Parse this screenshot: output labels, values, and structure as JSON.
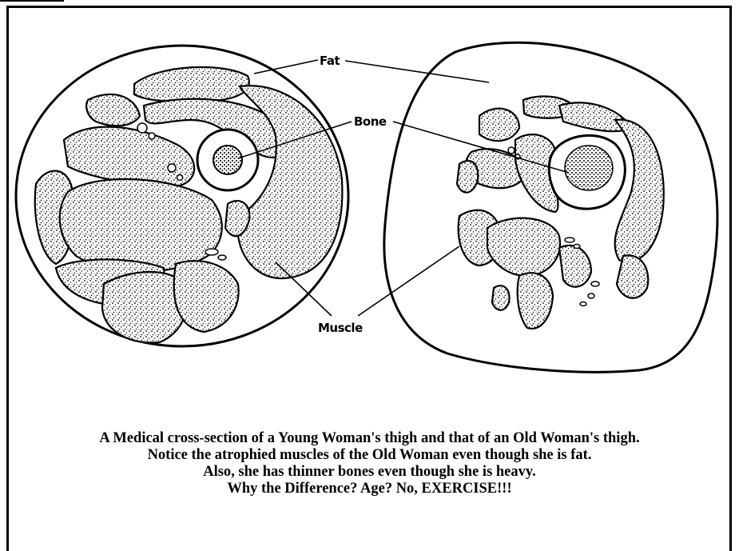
{
  "labels": {
    "fat": "Fat",
    "bone": "Bone",
    "muscle": "Muscle"
  },
  "caption": {
    "line1": "A Medical cross-section of a Young Woman's thigh and that of an Old Woman's thigh.",
    "line2": "Notice the atrophied muscles of the Old Woman even though she is fat.",
    "line3": "Also, she has thinner bones even though she is heavy.",
    "line4": "Why the Difference? Age? No, EXERCISE!!!"
  }
}
